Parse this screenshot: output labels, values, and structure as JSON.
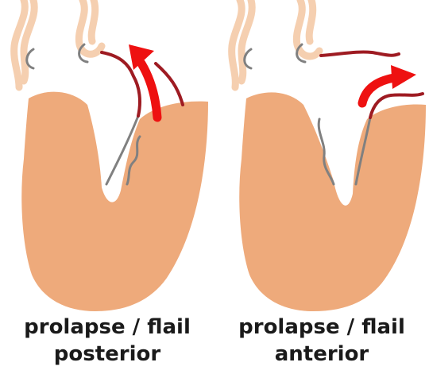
{
  "colors": {
    "myocardium": "#eeaa7b",
    "chordae": "#f5cfb0",
    "leaflet": "#808080",
    "prolapsed_leaflet": "#9e1b22",
    "regurgitant_jet": "#ee1111"
  },
  "panels": [
    {
      "caption_line1": "prolapse / flail",
      "caption_line2": "posterior"
    },
    {
      "caption_line1": "prolapse / flail",
      "caption_line2": "anterior"
    }
  ]
}
